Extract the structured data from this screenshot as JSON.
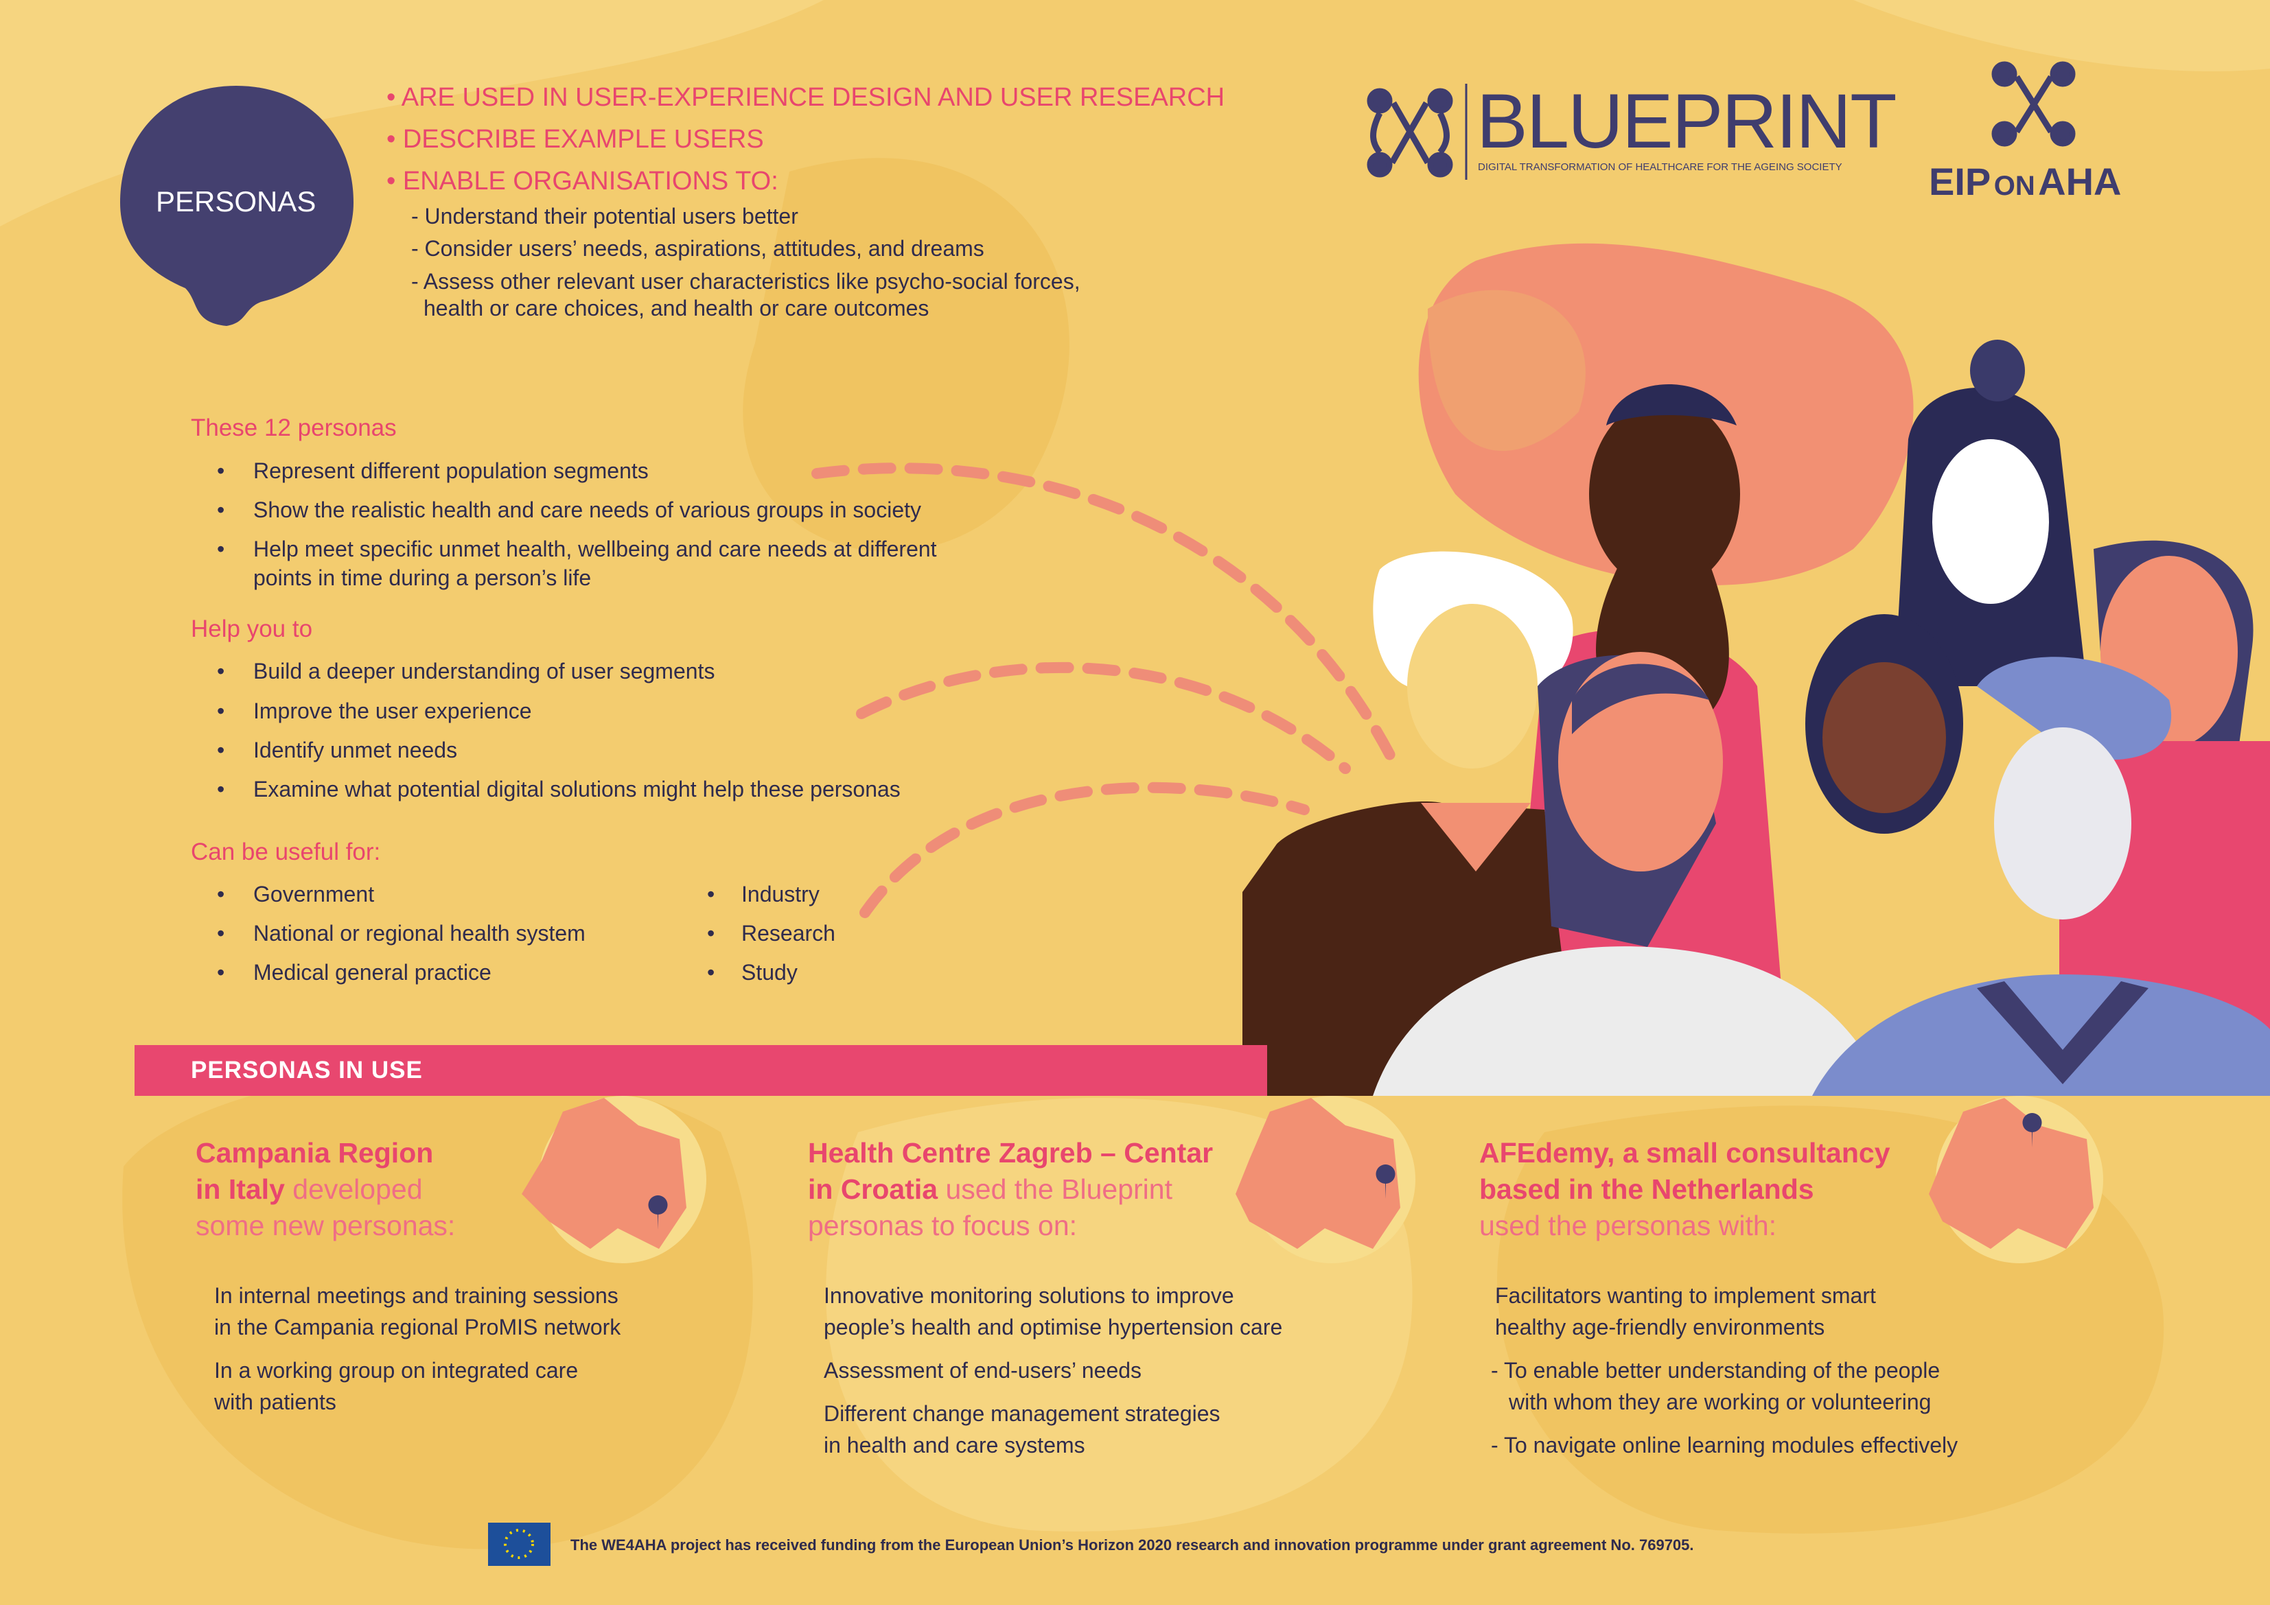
{
  "header": {
    "badge": "PERSONAS",
    "bullets": [
      "• ARE USED IN USER-EXPERIENCE DESIGN AND USER RESEARCH",
      "• DESCRIBE EXAMPLE USERS",
      "• ENABLE ORGANISATIONS TO:"
    ],
    "sub_items": [
      "- Understand their potential users better",
      "- Consider users’ needs, aspirations, attitudes, and dreams",
      "- Assess other relevant user characteristics like psycho-social forces,",
      "health or care choices, and health or care outcomes"
    ]
  },
  "logos": {
    "blueprint": "BLUEPRINT",
    "blueprint_tagline": "DIGITAL TRANSFORMATION OF HEALTHCARE FOR THE AGEING SOCIETY",
    "eip_1": "EIP",
    "eip_2": "ON",
    "eip_3": "AHA"
  },
  "intro": {
    "h1": "These 12 personas",
    "list1": [
      "Represent different population segments",
      "Show the realistic health and care needs of various groups in society",
      "Help meet specific unmet health, wellbeing and care needs at different",
      "points in time during a person’s life"
    ],
    "h2": "Help you to",
    "list2": [
      "Build a deeper understanding of user segments",
      "Improve the user experience",
      "Identify unmet needs",
      "Examine what potential digital solutions might help these personas"
    ],
    "h3": "Can be useful for:",
    "col1": [
      "Government",
      "National or regional health system",
      "Medical general practice"
    ],
    "col2": [
      "Industry",
      "Research",
      "Study"
    ]
  },
  "band": {
    "label": "PERSONAS IN USE"
  },
  "cases": [
    {
      "t1": "Campania Region",
      "t2a": "in Italy",
      "t2b": " developed",
      "t3": "some new personas:",
      "items": [
        "In internal meetings and training sessions",
        "in the Campania regional ProMIS network",
        "In a working group on integrated care",
        "with patients"
      ]
    },
    {
      "t1": "Health Centre Zagreb – Centar",
      "t2a": "in Croatia",
      "t2b": " used the Blueprint",
      "t3": "personas to focus on:",
      "items": [
        "Innovative monitoring solutions to improve",
        "people’s health and optimise hypertension care",
        "Assessment of end-users’ needs",
        "Different change management strategies",
        "in health and care systems"
      ]
    },
    {
      "t1": "AFEdemy, a small consultancy",
      "t2a": "based in the Netherlands",
      "t2b": "",
      "t3": "used the personas with:",
      "items": [
        "Facilitators wanting to implement smart",
        "healthy age-friendly environments",
        "- To enable better understanding of the people",
        "with whom they are working or volunteering",
        "- To navigate online learning modules effectively"
      ]
    }
  ],
  "footer": {
    "text": "The WE4AHA project has received funding from the European Union’s Horizon 2020 research and innovation programme under grant agreement No. 769705."
  },
  "colors": {
    "background": "#f3cc6f",
    "pink": "#e8466e",
    "navy": "#3f3d6e",
    "salmon": "#f29073"
  }
}
